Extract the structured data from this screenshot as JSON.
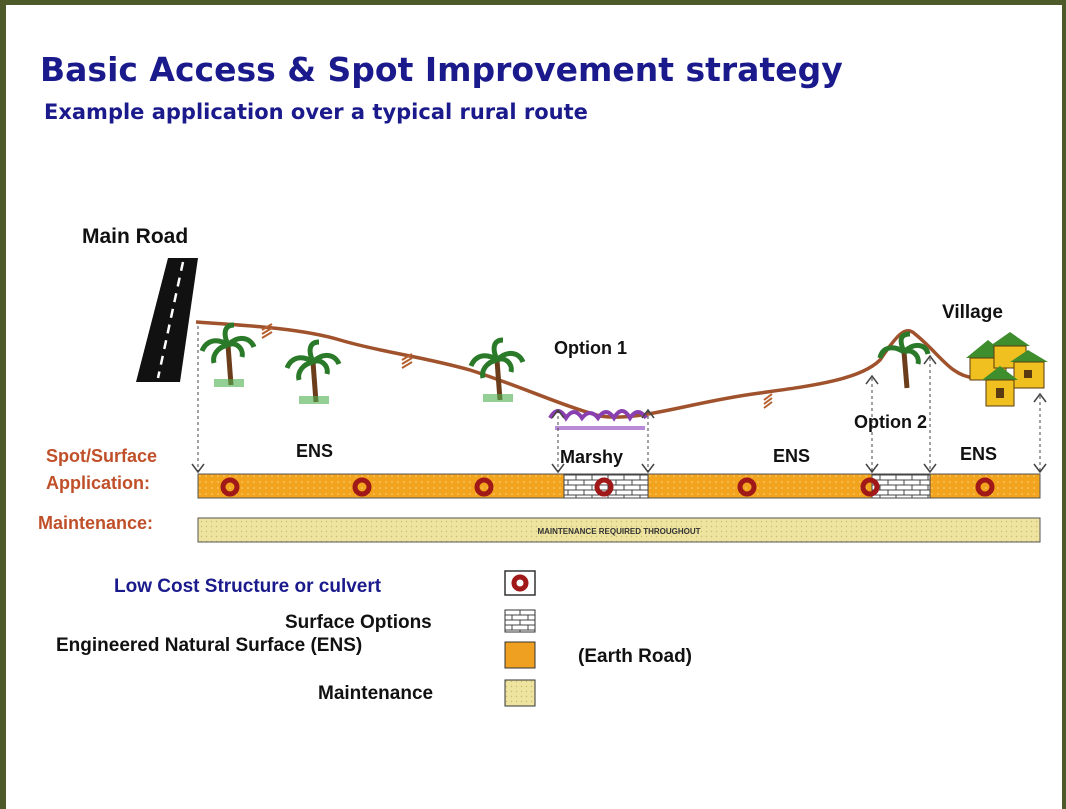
{
  "title": "Basic Access & Spot Improvement strategy",
  "subtitle": "Example application over a typical rural route",
  "labels": {
    "main_road": "Main Road",
    "village": "Village",
    "option1": "Option 1",
    "option2": "Option 2",
    "ens": "ENS",
    "marshy": "Marshy",
    "spot_surface_line1": "Spot/Surface",
    "spot_surface_line2": "Application:",
    "maintenance_row": "Maintenance:",
    "maintenance_bar_text": "MAINTENANCE REQUIRED THROUGHOUT"
  },
  "legend": {
    "culvert": "Low Cost Structure or culvert",
    "surface_options": "Surface Options",
    "ens": "Engineered Natural Surface (ENS)",
    "earth_road": "(Earth Road)",
    "maintenance": "Maintenance"
  },
  "colors": {
    "title": "#1a1a8c",
    "label_red": "#c0502a",
    "ens_orange": "#f0a020",
    "maintenance_fill": "#eee4a0",
    "culvert_ring": "#a01818",
    "terrain": "#a0522d",
    "frame": "#4e5a2a"
  }
}
